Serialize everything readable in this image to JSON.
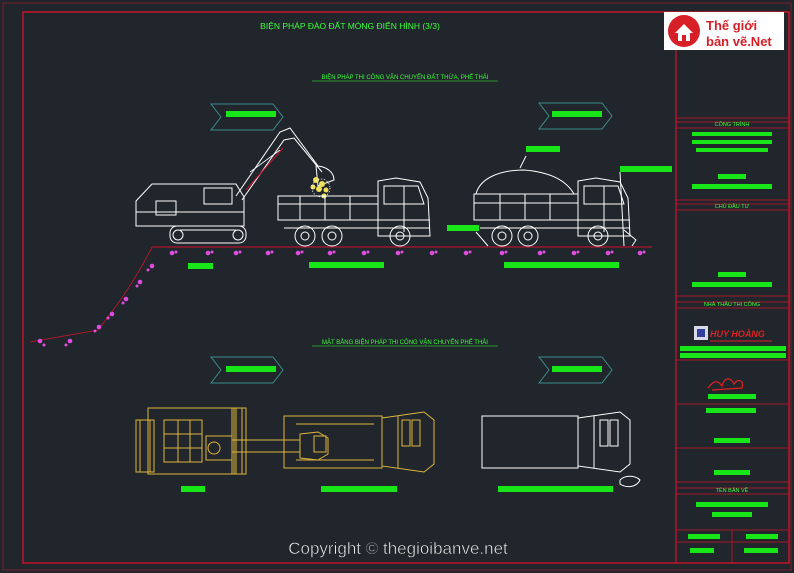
{
  "drawing": {
    "main_title": "BIỆN PHÁP ĐÀO ĐẤT MÓNG ĐIỂN HÌNH (3/3)",
    "section1_title": "BIỆN PHÁP THI CÔNG VẬN CHUYỂN ĐẤT THỪA, PHẾ THẢI",
    "section2_title": "MẶT BẰNG BIỆN PHÁP THI CÔNG VẬN CHUYỂN PHẾ THẢI"
  },
  "title_block": {
    "cong_trinh": "CÔNG TRÌNH",
    "chu_dau_tu": "CHỦ ĐẦU TƯ",
    "nha_thau": "NHÀ THẦU THI CÔNG",
    "contractor_logo_text": "HUY HOÀNG",
    "ten_ban_ve": "TÊN BẢN VẼ"
  },
  "logo": {
    "line1": "Thế giới",
    "line2": "bản vẽ",
    "suffix": ".Net"
  },
  "watermark": "Copyright © thegioibanve.net",
  "colors": {
    "background": "#20262b",
    "frame": "#d0122c",
    "label": "#19e619",
    "title_text": "#3dff3d",
    "linework": "#ffffff",
    "plan_machine": "#e0b43c",
    "soil_hatch": "#e04ce0",
    "arrow": "#3c8c8c"
  }
}
